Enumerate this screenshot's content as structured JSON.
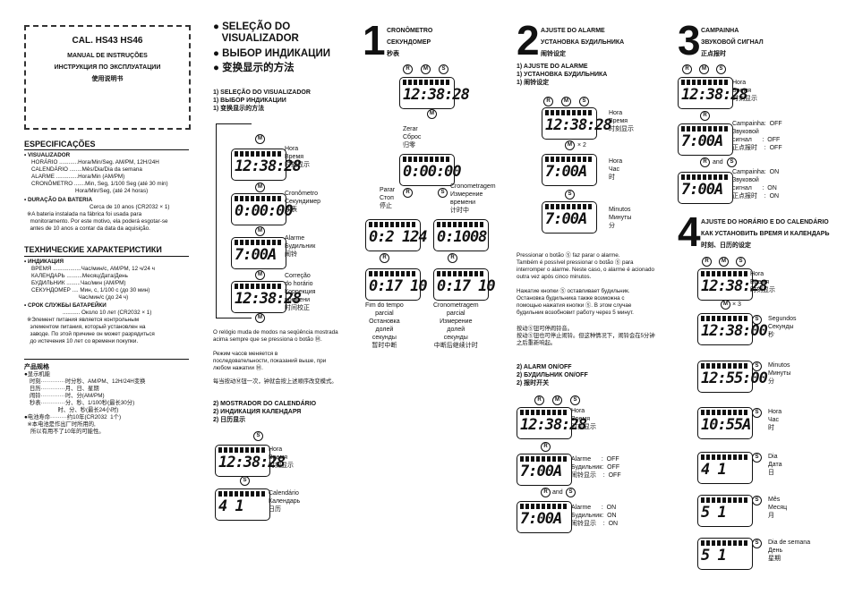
{
  "cover": {
    "model": "CAL. HS43 HS46",
    "title_pt": "MANUAL DE INSTRUÇÕES",
    "title_ru": "ИНСТРУКЦИЯ ПО ЭКСПЛУАТАЦИИ",
    "title_zh": "使用说明书"
  },
  "specs_pt": {
    "heading": "ESPECIFICAÇÕES",
    "sub1": "• VISUALIZADOR",
    "lines": [
      "HORÁRIO ............Hora/Min/Seg. AM/PM, 12H/24H",
      "CALENDÁRIO ........Mês/Dia/Dia da semana",
      "ALARME ..............Hora/Min (AM/PM)",
      "CRONÔMETRO .......Min, Seg, 1/100 Seg (até 30 min)",
      "                            Hora/Min/Seg, (até 24 horas)"
    ],
    "sub2": "• DURAÇÃO DA BATERIA",
    "battery": "Cerca de 10 anos (CR2032 × 1)",
    "note": "※A bateria instalada na fábrica foi usada para\n  monitoramento. Por este motivo, ela poderá esgotar-se\n  antes de 10 anos a contar da data da aquisição."
  },
  "specs_ru": {
    "heading": "ТЕХНИЧЕСКИЕ ХАРАКТЕРИСТИКИ",
    "sub1": "• ИНДИКАЦИЯ",
    "lines": [
      "ВРЕМЯ ..................Час/мин/с, AM/PM, 12 ч/24 ч",
      "КАЛЕНДАРЬ ..........Месяц/Дата/День",
      "БУДИЛЬНИК .........Час/мин (AM/PM)",
      "СЕКУНДОМЕР .... Мин, с, 1/100 с (до 30 мин)",
      "                              Час/мин/с (до 24 ч)"
    ],
    "sub2": "• СРОК СЛУЖБЫ БАТАРЕЙКИ",
    "battery": "........... Около 10 лет (CR2032 × 1)",
    "note": "※Элемент питания является контрольным\n  элементом питания, который установлен на\n  заводе. По этой причине он может разрядиться\n  до истечения 10 лет со времени покупки."
  },
  "specs_zh": {
    "heading": "产品规格",
    "lines": [
      "●显示机能",
      "时刻·············时分秒、AM/PM、12H/24H变换",
      "日历·············月、日、星期",
      "闹铃·············时、分(AM/PM)",
      "秒表·············分、秒、1/100秒(最长30分)",
      "                  时、分、秒(最长24小时)",
      "●电池寿命·········约10年(CR2032  1个)",
      "  ※本电池是作出厂时所用的,",
      "    所以有用不了10年的可能性。"
    ]
  },
  "section0": {
    "items": [
      "● SELEÇÃO DO\n   VISUALIZADOR",
      "● ВЫБОР ИНДИКАЦИИ",
      "● 变换显示的方法"
    ],
    "sub": "1) SELEÇÃO DO VISUALIZADOR\n1) ВЫБОР ИНДИКАЦИИ\n1) 变换显示的方法",
    "labels": [
      "Hora\nВремя\n时刻显示",
      "Cronômetro\nСекундимер\n秒表",
      "Alarme\nБудильник\n闹铃",
      "Correção\ndo horário\nКоррекция\nвремени\n时间校正"
    ],
    "note1": "O relógio muda de modos na seqüência mostrada\nacima sempre que se pressiona o botão Ⓜ.",
    "note2": "Режим часов меняется в\nпоследовательности, показаний выше, при\nлюбом нажатии Ⓜ.",
    "note3": "每当按动Ⓜ钮一次，钟就会按上述顺序改变模式。",
    "sub2": "2) MOSTRADOR DO CALENDÁRIO\n2) ИНДИКАЦИЯ КАЛЕНДАРЯ\n2) 日历显示",
    "cal_labels": [
      "Hora\nВремя\n时刻显示",
      "Calendário\nКалендарь\n日历"
    ]
  },
  "section1": {
    "number": "1",
    "title": "CRONÔMETRO\nСЕКУНДОМЕР\n秒表",
    "labels": [
      "Zerar\nСброс\n归零",
      "Parar\nСтоп\n停止",
      "Cronometragem\nИзмерение\nвремени\n计时中",
      "Fim do tempo\nparcial\nОстановка\nдолей\nсекунды\n暂时中断",
      "Cronometragem\nparcial\nИзмерение\nдолей\nсекунды\n中断后继续计时"
    ]
  },
  "section2": {
    "number": "2",
    "title": "AJUSTE DO ALARME\nУСТАНОВКА БУДИЛЬНИКА\n闹铃设定",
    "sub": "1) AJUSTE DO ALARME\n1) УСТАНОВКА БУДИЛЬНИКА\n1) 闹铃设定",
    "labels": [
      "Hora\nВремя\n时刻显示",
      "Hora\nЧас\n时",
      "Minutos\nМинуты\n分"
    ],
    "press_x2": "× 2",
    "note1": "Pressionar o botão Ⓢ faz parar o alarme.\nTambém é possível pressionar o botão Ⓢ para\ninterromper o alarme. Neste caso, o alarme é acionado\noutra vez após cinco minutos.",
    "note2": "Нажатие кнопки Ⓢ оставливает будильник.\nОстановка будильника также возможна с\nпомощью нажатия кнопки Ⓢ. В этом случае\nбудильник возобновит работу через 5 минут.",
    "note3": "按动Ⓢ钮可停闹铃音。\n按动Ⓢ钮也可停止闹铃。但这种情况下，闹铃会在5分钟\n之后重新响起。",
    "sub2": "2) ALARM ON/OFF\n2) БУДИЛЬНИК ON/OFF\n2) 报时开关",
    "onoff": [
      "Hora\nВремя\n时刻显示",
      "Alarme      :  OFF\nБудильник:  OFF\n闹铃显示    :  OFF",
      "Alarme      :  ON\nБудильник:  ON\n闹铃显示    :  ON"
    ],
    "and": "and"
  },
  "section3": {
    "number": "3",
    "title": "CAMPAINHA\nЗВУКОВОЙ СИГНАЛ\n正点报时",
    "labels": [
      "Hora\nВремя\n时刻显示",
      "Campainha:  OFF\nЗвуковой\nсигнал      :  OFF\n正点报时    :  OFF",
      "Campainha:  ON\nЗвуковой\nсигнал      :  ON\n正点报时    :  ON"
    ],
    "and": "and"
  },
  "section4": {
    "number": "4",
    "title": "AJUSTE DO HORÁRIO E DO CALENDÁRIO\nКАК УСТАНОВИТЬ ВРЕМЯ И КАЛЕНДАРЬ\n时刻、日历的设定",
    "press_x3": "× 3",
    "labels": [
      "Hora\nВремя\n时刻显示",
      "Segundos\nСекунды\n秒",
      "Minutos\nМинуты\n分",
      "Hora\nЧас\n时",
      "Dia\nДата\n日",
      "Mês\nМесяц\n月",
      "Dia de semana\nДень\n星期"
    ]
  },
  "lcd": {
    "time": "12:38:28",
    "zero": "0:00:00",
    "alarm": "7:00A",
    "split1": "0:2 124",
    "run": "0:1008",
    "split2": "0:17 10",
    "sec": "12:38:00",
    "min": "12:55:00",
    "hour": "10:55A",
    "day": "4 1",
    "mon": "5 1",
    "wday": "5 1"
  },
  "buttons": {
    "m": "M",
    "s": "S",
    "r": "R"
  }
}
